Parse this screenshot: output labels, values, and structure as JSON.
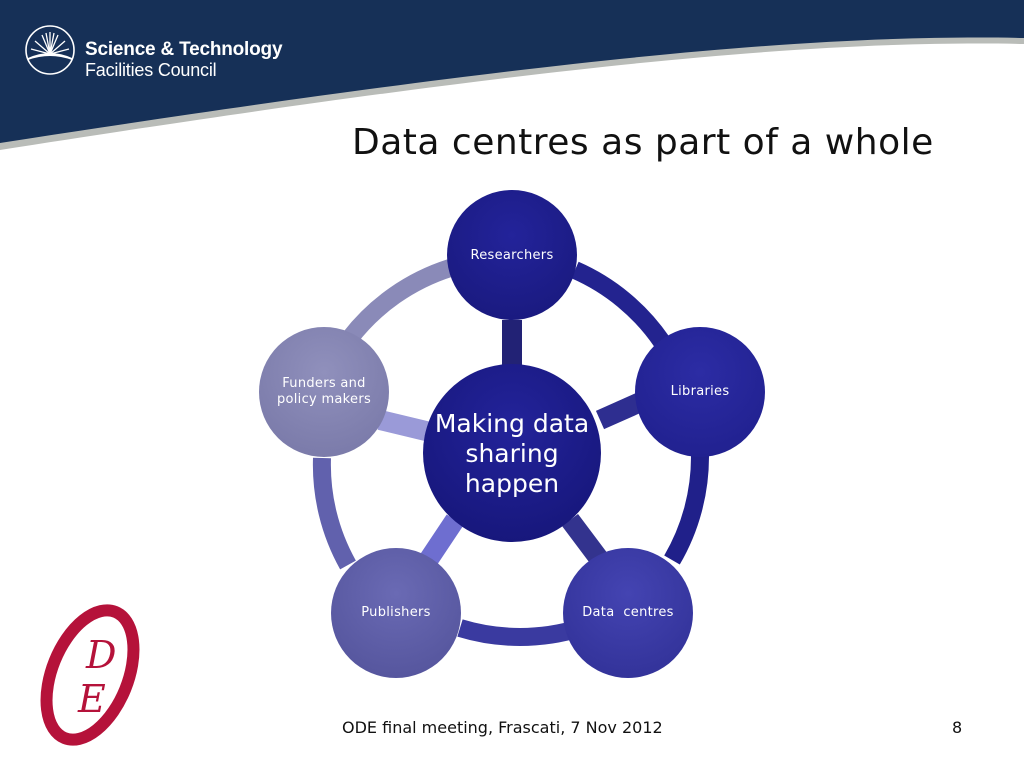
{
  "header": {
    "org_name_line1": "Science & Technology",
    "org_name_line2": "Facilities Council",
    "banner_color": "#163057",
    "accent_stripe_color": "#b9bcb8"
  },
  "slide": {
    "title": "Data centres as part of a whole"
  },
  "diagram": {
    "type": "cycle-hub",
    "center": {
      "label_lines": [
        "Making data",
        "sharing",
        "happen"
      ],
      "color": "#1c1c8a"
    },
    "nodes": [
      {
        "id": "researchers",
        "label": "Researchers",
        "color": "#1f1f8c"
      },
      {
        "id": "libraries",
        "label": "Libraries",
        "color": "#26269a"
      },
      {
        "id": "data-centres",
        "label": "Data  centres",
        "color": "#3b3ba6"
      },
      {
        "id": "publishers",
        "label": "Publishers",
        "color": "#5d5da8"
      },
      {
        "id": "funders",
        "label_lines": [
          "Funders and",
          "policy makers"
        ],
        "color": "#8585b3"
      }
    ]
  },
  "footer": {
    "text": "ODE final meeting, Frascati, 7 Nov 2012",
    "page_number": "8",
    "logo_letters": [
      "D",
      "E"
    ],
    "logo_color": "#b5123a"
  }
}
